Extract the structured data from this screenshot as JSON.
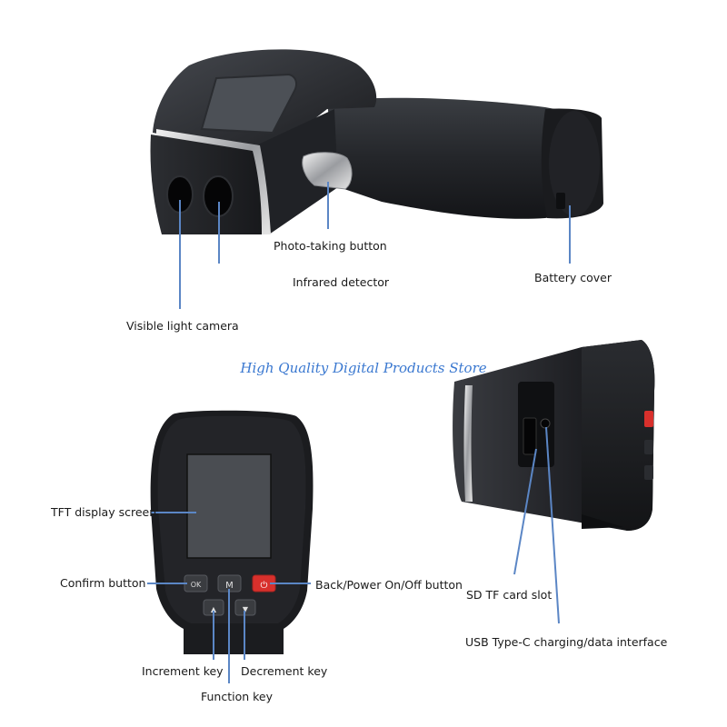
{
  "watermark": "High Quality Digital Products Store",
  "labels": {
    "photo_button": "Photo-taking button",
    "infrared": "Infrared detector",
    "battery": "Battery cover",
    "visible_camera": "Visible light camera",
    "tft": "TFT display screen",
    "confirm": "Confirm button",
    "back_power": "Back/Power On/Off button",
    "increment": "Increment key",
    "decrement": "Decrement key",
    "function": "Function key",
    "sd_slot": "SD TF card slot",
    "usb": "USB Type-C charging/data interface"
  },
  "keys": {
    "ok": "OK",
    "m": "M",
    "up": "▲",
    "down": "▼",
    "power": "⏻"
  },
  "colors": {
    "leader": "#5b86c5",
    "body": "#1d1f22",
    "accent_red": "#d8302c"
  }
}
